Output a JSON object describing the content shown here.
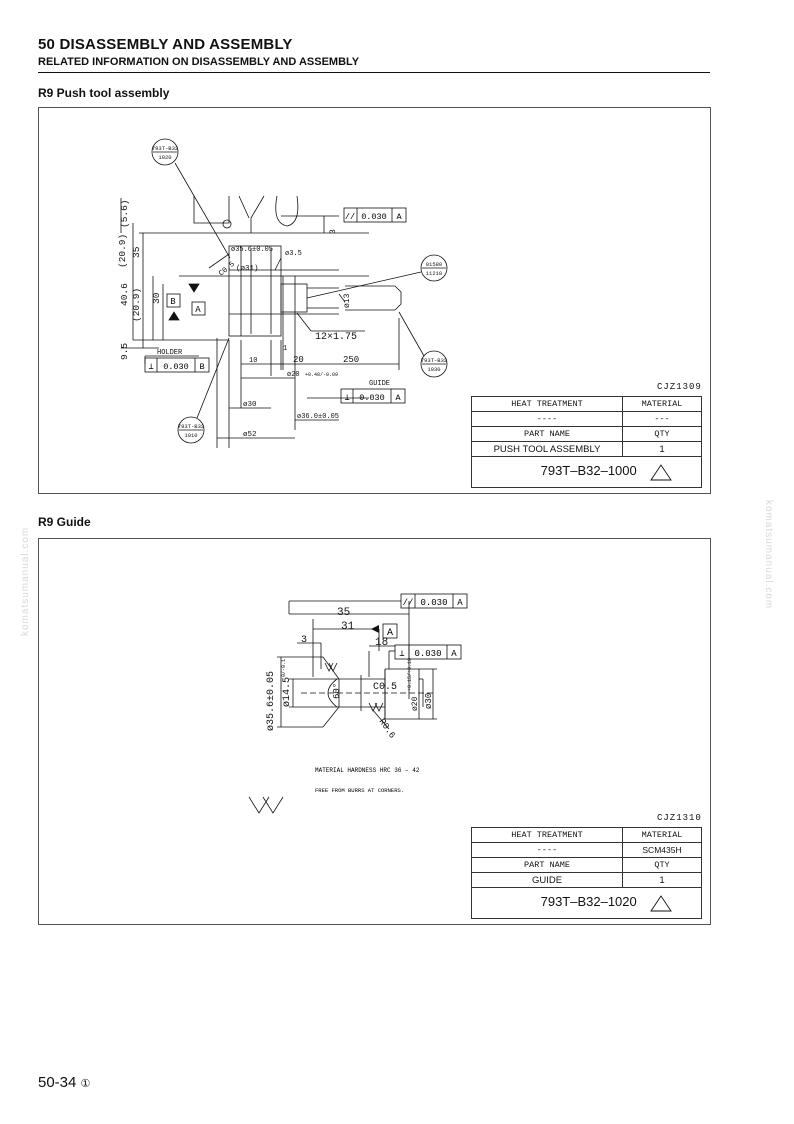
{
  "header": {
    "title": "50 DISASSEMBLY AND ASSEMBLY",
    "subtitle": "RELATED INFORMATION ON DISASSEMBLY AND ASSEMBLY"
  },
  "watermark": "komatsumanual.com",
  "section1": {
    "title": "R9 Push tool assembly",
    "code": "CJZ1309",
    "drawing": {
      "balloons": [
        {
          "top": "793T-B32",
          "bottom": "1020"
        },
        {
          "top": "01580",
          "bottom": "11210"
        },
        {
          "top": "793T-B32",
          "bottom": "1030"
        },
        {
          "top": "793T-B32",
          "bottom": "1010"
        }
      ],
      "dims": {
        "d56": "(5.6)",
        "d209a": "(20.9)",
        "d35": "35",
        "d406": "40.6",
        "d30v": "30",
        "d209b": "(20.9)",
        "d95": "9.5",
        "d3": "3",
        "c05": "C0.5",
        "phi356": "ø35.6±0.05",
        "phi35": "ø3.5",
        "phi31": "(ø31)",
        "phi13": "ø13",
        "thread": "12×1.75",
        "d10": "10",
        "d1": "1",
        "d20": "20",
        "d250": "250",
        "phi20": "ø20",
        "tol20": "+0.48/-0.09",
        "phi30": "ø30",
        "phi360": "ø36.0±0.05",
        "phi52": "ø52",
        "holder": "HOLDER",
        "guide": "GUIDE"
      },
      "fcf": {
        "top": {
          "sym": "//",
          "val": "0.030",
          "ref": "A"
        },
        "holder": {
          "sym": "⊥",
          "val": "0.030",
          "ref": "B"
        },
        "guide": {
          "sym": "⊥",
          "val": "0.030",
          "ref": "A"
        }
      },
      "datum_b": "B",
      "datum_a": "A"
    },
    "titleblock": {
      "heat_treatment_label": "HEAT TREATMENT",
      "heat_treatment_value": "----",
      "material_label": "MATERIAL",
      "material_value": "---",
      "part_name_label": "PART NAME",
      "part_name_value": "PUSH TOOL ASSEMBLY",
      "qty_label": "QTY",
      "qty_value": "1",
      "part_number": "793T–B32–1000"
    }
  },
  "section2": {
    "title": "R9 Guide",
    "code": "CJZ1310",
    "drawing": {
      "dims": {
        "d35": "35",
        "d31": "31",
        "d3": "3",
        "d18": "18",
        "phi356": "ø35.6±0.05",
        "phi145": "ø14.5",
        "tol145": "0/-0.1",
        "angle": "60°",
        "c05": "C0.5",
        "phi20": "ø20",
        "tol20": "+0.15/+0.10",
        "phi30": "ø30",
        "r06": "R0.6"
      },
      "fcf": {
        "top": {
          "sym": "//",
          "val": "0.030",
          "ref": "A"
        },
        "mid": {
          "sym": "⊥",
          "val": "0.030",
          "ref": "A"
        }
      },
      "datum_a": "A",
      "note1": "MATERIAL HARDNESS HRC 36 – 42",
      "note2": "FREE FROM BURRS AT CORNERS."
    },
    "titleblock": {
      "heat_treatment_label": "HEAT TREATMENT",
      "heat_treatment_value": "----",
      "material_label": "MATERIAL",
      "material_value": "SCM435H",
      "part_name_label": "PART NAME",
      "part_name_value": "GUIDE",
      "qty_label": "QTY",
      "qty_value": "1",
      "part_number": "793T–B32–1020"
    }
  },
  "footer": {
    "page": "50-34",
    "mark": "①"
  }
}
